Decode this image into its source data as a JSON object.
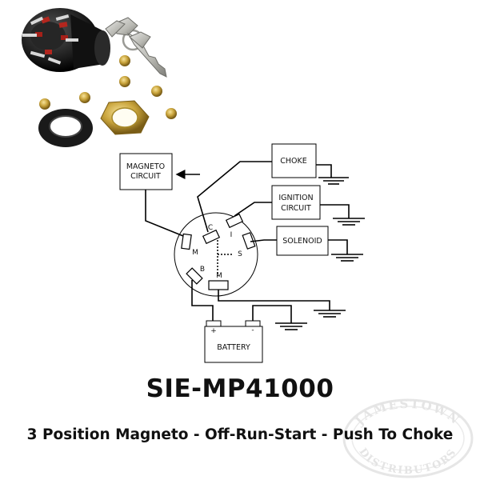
{
  "diagram": {
    "boxes": {
      "magneto": [
        "MAGNETO",
        "CIRCUIT"
      ],
      "choke": [
        "CHOKE"
      ],
      "ignition": [
        "IGNITION",
        "CIRCUIT"
      ],
      "solenoid": [
        "SOLENOID"
      ],
      "battery": [
        "BATTERY"
      ]
    },
    "pins": {
      "c": "C",
      "i": "I",
      "m_left": "M",
      "s": "S",
      "b": "B",
      "m_bottom": "M"
    },
    "battery_plus": "+",
    "battery_minus": "-"
  },
  "part_number": "SIE-MP41000",
  "description": "3 Position Magneto - Off-Run-Start - Push To Choke",
  "watermark": "JAMESTOWN DISTRIBUTORS"
}
